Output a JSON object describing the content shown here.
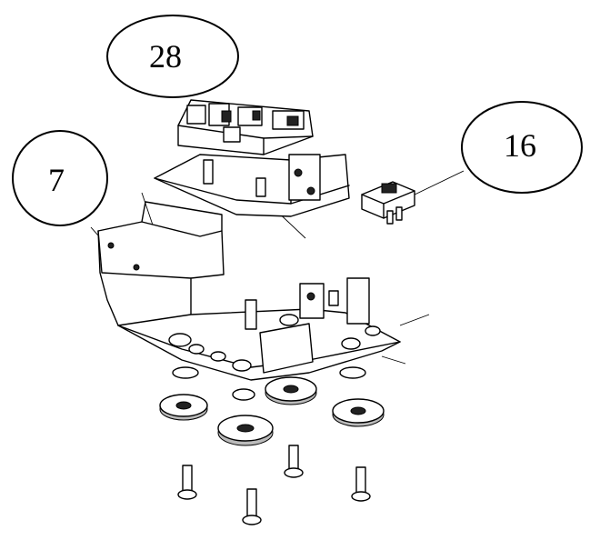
{
  "callouts": [
    {
      "label": "28"
    },
    {
      "label": "7"
    },
    {
      "label": "16"
    }
  ],
  "colors": {
    "line": "#000000",
    "background": "#ffffff"
  }
}
